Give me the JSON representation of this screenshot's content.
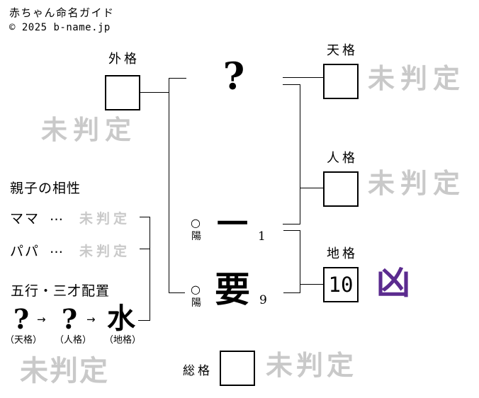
{
  "header": {
    "site_title": "赤ちゃん命名ガイド",
    "copyright": "© 2025 b-name.jp"
  },
  "diagram": {
    "gaikaku": {
      "label": "外格",
      "value": "",
      "result": "未判定"
    },
    "tenkaku": {
      "label": "天格",
      "value": "",
      "result": "未判定"
    },
    "jinkaku": {
      "label": "人格",
      "value": "",
      "result": "未判定"
    },
    "chikaku": {
      "label": "地格",
      "value": "10",
      "result": "凶"
    },
    "soukaku": {
      "label": "総格",
      "value": "",
      "result": "未判定"
    },
    "surname_char": "?",
    "given_chars": [
      {
        "char": "一",
        "strokes": "1",
        "mark": "○",
        "yinyang": "陽"
      },
      {
        "char": "要",
        "strokes": "9",
        "mark": "○",
        "yinyang": "陽"
      }
    ]
  },
  "compatibility": {
    "heading": "親子の相性",
    "rows": [
      {
        "label": "ママ",
        "dots": "…",
        "result": "未判定"
      },
      {
        "label": "パパ",
        "dots": "…",
        "result": "未判定"
      }
    ]
  },
  "sansai": {
    "heading": "五行・三才配置",
    "arrow": "→",
    "elements": [
      {
        "symbol": "?",
        "caption": "（天格）"
      },
      {
        "symbol": "?",
        "caption": "（人格）"
      },
      {
        "symbol": "水",
        "caption": "（地格）"
      }
    ],
    "result": "未判定"
  },
  "colors": {
    "watermark_gray": "#c9c9c9",
    "kyo_purple": "#5b2b8f",
    "line_black": "#000000",
    "background": "#ffffff"
  }
}
